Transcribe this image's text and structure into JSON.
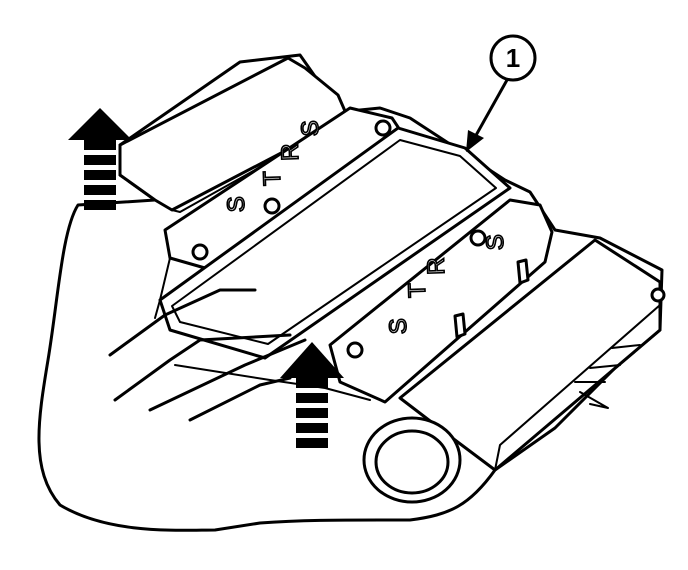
{
  "callout": {
    "number": "1"
  },
  "emboss_left": [
    "S",
    "R",
    "T",
    "S"
  ],
  "emboss_right": [
    "S",
    "R",
    "T",
    "S"
  ],
  "arrows": [
    {
      "name": "lift-arrow-rear",
      "direction": "up"
    },
    {
      "name": "lift-arrow-front",
      "direction": "up"
    }
  ]
}
